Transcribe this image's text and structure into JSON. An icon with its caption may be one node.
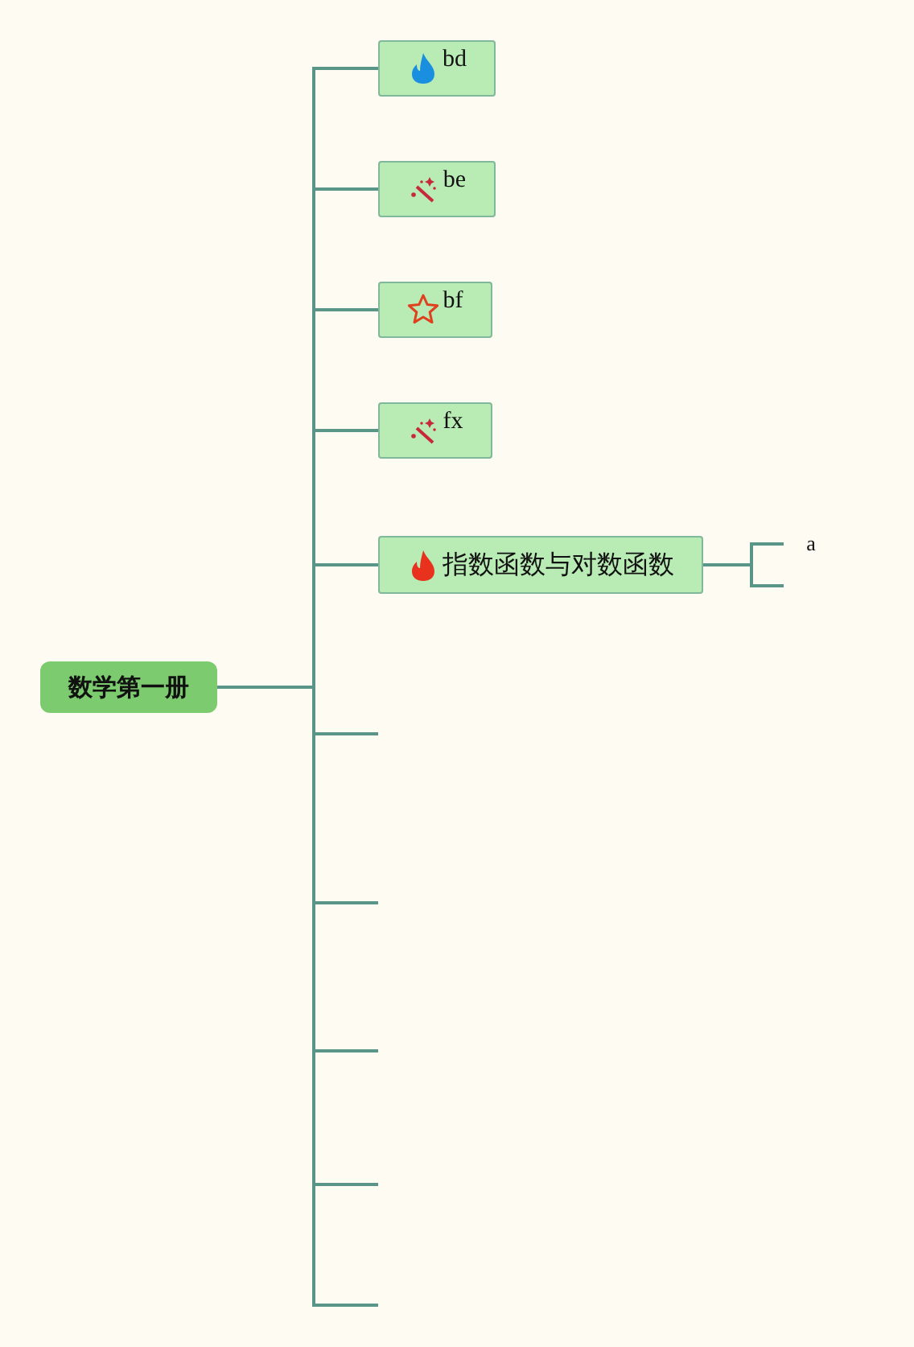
{
  "diagram": {
    "nodes": [
      {
        "text": [
          "数学第一册"
        ]
      },
      {
        "text": [
          "bd"
        ]
      },
      {
        "text": [
          "be"
        ]
      },
      {
        "text": [
          "bf"
        ]
      },
      {
        "text": [
          "fx"
        ]
      },
      {
        "text": [
          "指数函数与对数函数"
        ]
      },
      {
        "text": [
          "a"
        ]
      }
    ],
    "edges": [
      {
        "from": 0,
        "to": 1,
        "arrow": "none"
      },
      {
        "from": 0,
        "to": 2,
        "arrow": "none"
      },
      {
        "from": 0,
        "to": 3,
        "arrow": "none"
      },
      {
        "from": 0,
        "to": 4,
        "arrow": "none"
      },
      {
        "from": 0,
        "to": 5,
        "arrow": "none"
      },
      {
        "from": 0,
        "to": null,
        "arrow": "none"
      },
      {
        "from": 0,
        "to": null,
        "arrow": "none"
      },
      {
        "from": 0,
        "to": null,
        "arrow": "none"
      },
      {
        "from": 0,
        "to": null,
        "arrow": "none"
      },
      {
        "from": 0,
        "to": null,
        "arrow": "none"
      },
      {
        "from": 5,
        "to": 6,
        "arrow": "none"
      },
      {
        "from": 5,
        "to": null,
        "arrow": "none"
      }
    ]
  }
}
